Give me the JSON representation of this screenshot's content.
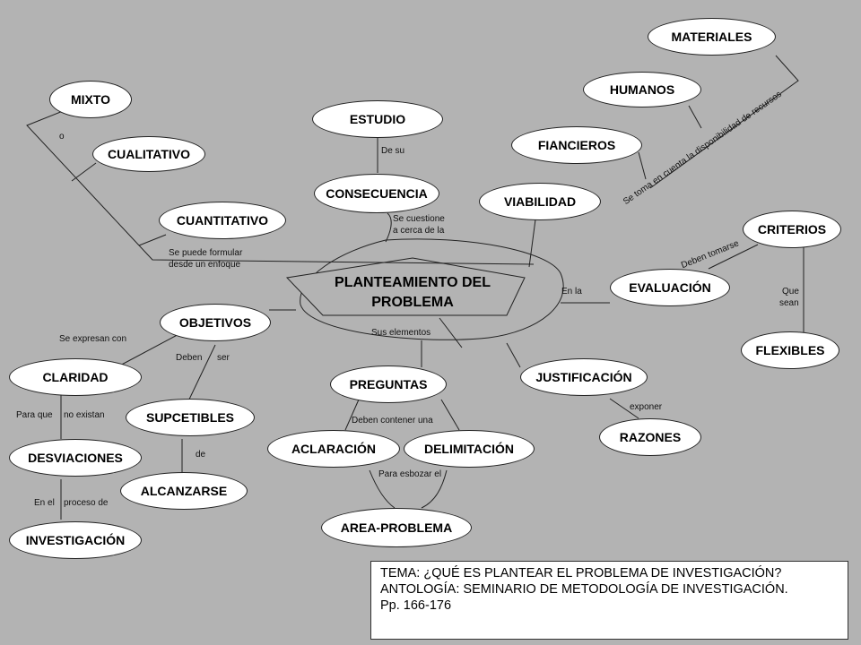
{
  "center": {
    "line1": "PLANTEAMIENTO DEL",
    "line2": "PROBLEMA"
  },
  "nodes": {
    "materiales": "MATERIALES",
    "humanos": "HUMANOS",
    "mixto": "MIXTO",
    "estudio": "ESTUDIO",
    "fiancieros": "FIANCIEROS",
    "cualitativo": "CUALITATIVO",
    "consecuencia": "CONSECUENCIA",
    "viabilidad": "VIABILIDAD",
    "cuantitativo": "CUANTITATIVO",
    "criterios": "CRITERIOS",
    "evaluacion": "EVALUACIÓN",
    "objetivos": "OBJETIVOS",
    "flexibles": "FLEXIBLES",
    "claridad": "CLARIDAD",
    "preguntas": "PREGUNTAS",
    "justificacion": "JUSTIFICACIÓN",
    "supcetibles": "SUPCETIBLES",
    "razones": "RAZONES",
    "aclaracion": "ACLARACIÓN",
    "delimitacion": "DELIMITACIÓN",
    "desviaciones": "DESVIACIONES",
    "alcanzarse": "ALCANZARSE",
    "area_problema": "AREA-PROBLEMA",
    "investigacion": "INVESTIGACIÓN"
  },
  "labels": {
    "o": "o",
    "de_su": "De su",
    "se_cuestione_1": "Se cuestione",
    "se_cuestione_2": "a cerca de la",
    "se_puede_1": "Se puede formular",
    "se_puede_2": "desde un enfoque",
    "recursos": "Se toma en cuenta la disponibilidad de recursos",
    "deben_tomarse": "Deben tomarse",
    "en_la": "En la",
    "que_sean_1": "Que",
    "que_sean_2": "sean",
    "se_expresan": "Se expresan con",
    "deben": "Deben",
    "ser": "ser",
    "sus_elementos": "Sus elementos",
    "para_que": "Para que",
    "no_existan": "no existan",
    "deben_contener": "Deben contener una",
    "exponer": "exponer",
    "de": "de",
    "para_esbozar": "Para esbozar el",
    "en_el": "En el",
    "proceso_de": "proceso de"
  },
  "citation": {
    "line1": "TEMA: ¿QUÉ ES PLANTEAR EL PROBLEMA DE INVESTIGACIÓN?",
    "line2": "ANTOLOGÍA: SEMINARIO DE METODOLOGÍA DE INVESTIGACIÓN.",
    "line3": "Pp. 166-176"
  }
}
